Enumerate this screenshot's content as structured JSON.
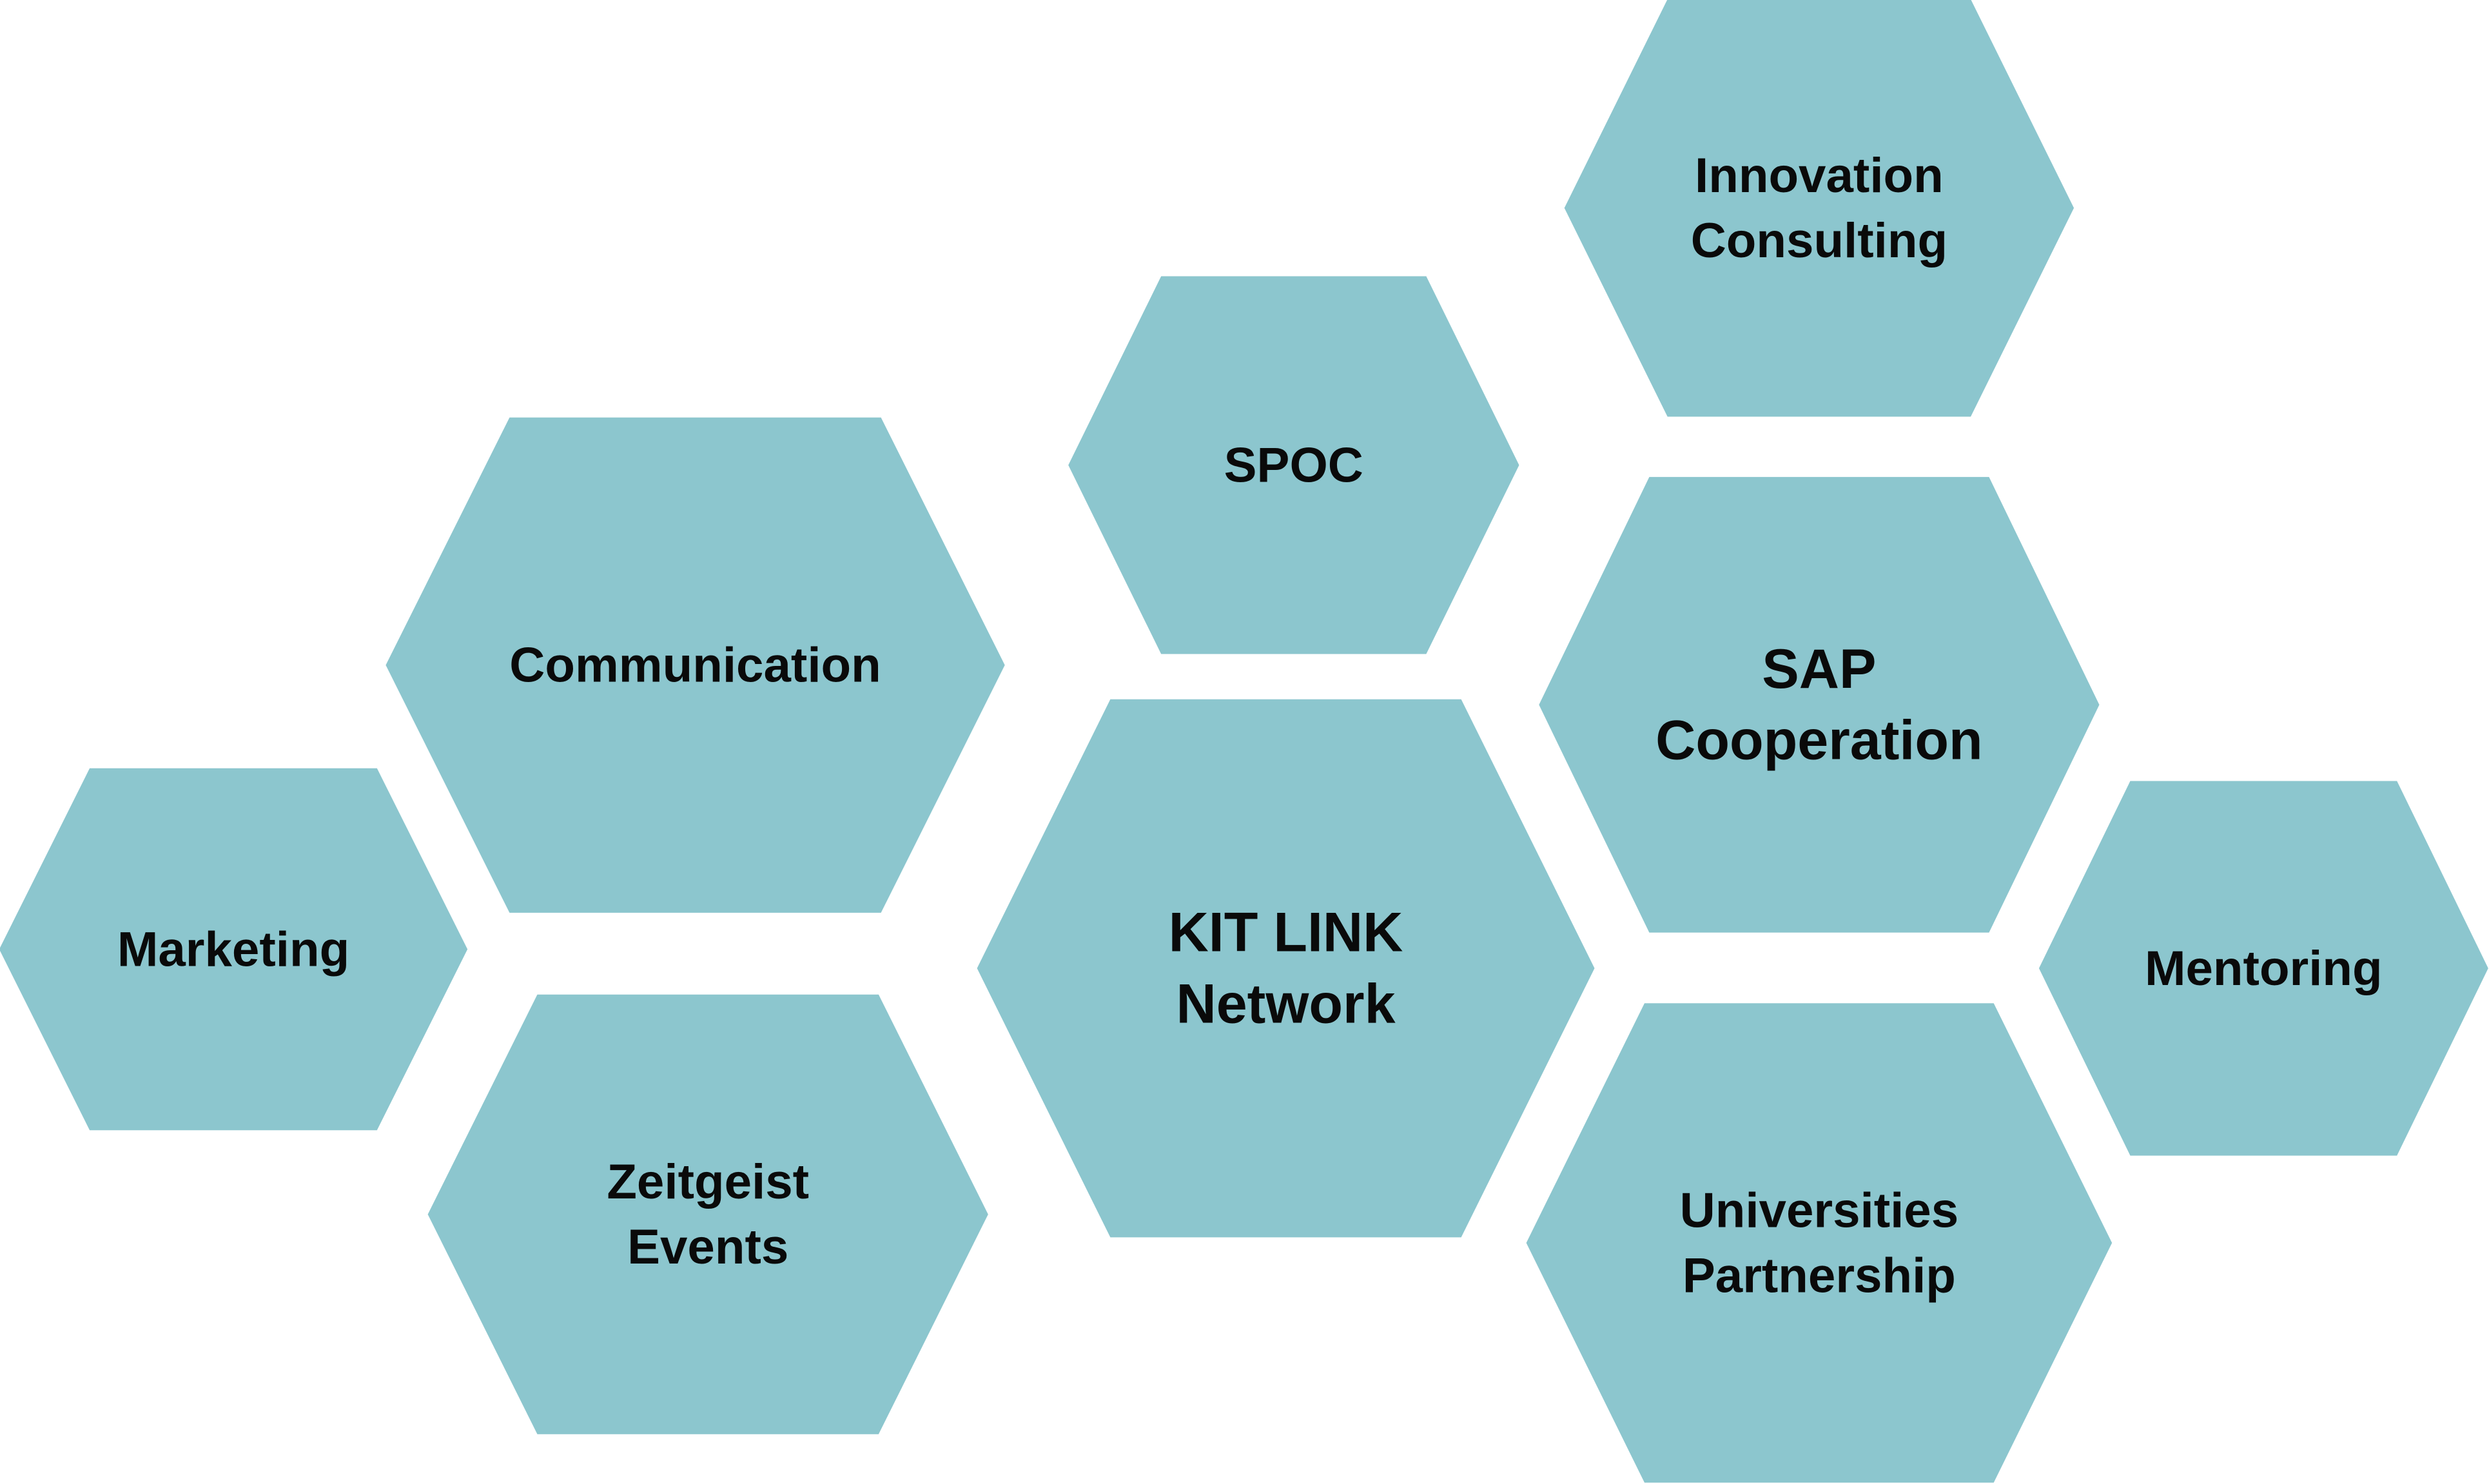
{
  "colors": {
    "hexagon_fill": "#8cc6ce",
    "text": "#0a0a0a",
    "background": "#ffffff"
  },
  "hexagons": [
    {
      "id": "innovation-consulting",
      "lines": [
        "Innovation",
        "Consulting"
      ]
    },
    {
      "id": "spoc",
      "lines": [
        "SPOC"
      ]
    },
    {
      "id": "communication",
      "lines": [
        "Communication"
      ]
    },
    {
      "id": "sap-cooperation",
      "lines": [
        "SAP",
        "Cooperation"
      ]
    },
    {
      "id": "marketing",
      "lines": [
        "Marketing"
      ]
    },
    {
      "id": "kit-link-network",
      "lines": [
        "KIT LINK",
        "Network"
      ]
    },
    {
      "id": "mentoring",
      "lines": [
        "Mentoring"
      ]
    },
    {
      "id": "zeitgeist-events",
      "lines": [
        "Zeitgeist",
        "Events"
      ]
    },
    {
      "id": "universities-partnership",
      "lines": [
        "Universities",
        "Partnership"
      ]
    }
  ]
}
